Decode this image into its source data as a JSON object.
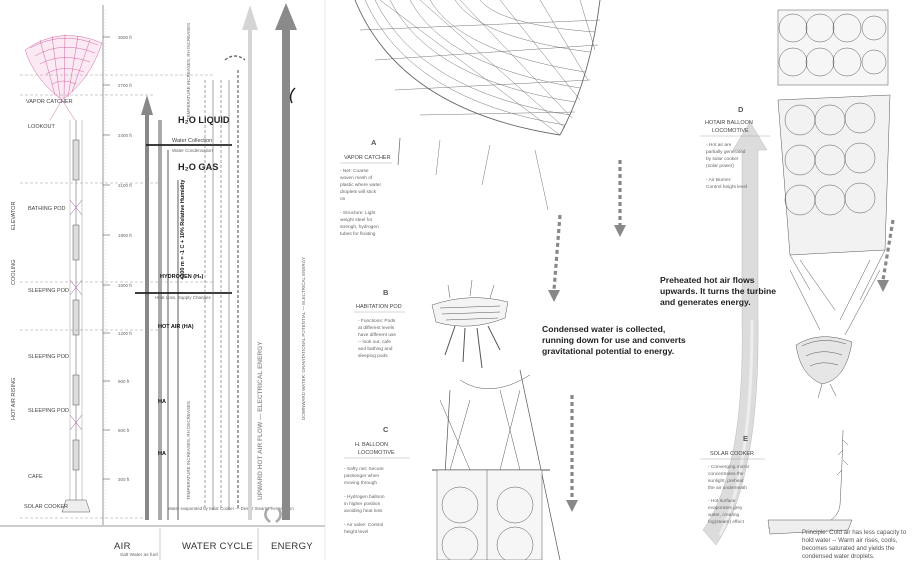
{
  "left_panel": {
    "altitude_ticks": [
      "3000 ft",
      "2700 ft",
      "2400 ft",
      "2100 ft",
      "1800 ft",
      "1500 ft",
      "1200 ft",
      "900 ft",
      "600 ft",
      "300 ft"
    ],
    "vertical_labels": {
      "vapor_catcher": "VAPOR CATCHER",
      "lookout": "LOOKOUT",
      "bathing_pod": "BATHING POD",
      "sleeping_pod": "SLEEPING POD",
      "sleeping_pod2": "SLEEPING POD",
      "sleeping_pod3": "SLEEPING POD",
      "cafe": "CAFE",
      "solar_cooker": "SOLAR COOKER",
      "elevator": "ELEVATOR",
      "cooling": "COOLING",
      "hot_air_rising": "HOT AIR RISING"
    },
    "levels": {
      "h2o_liquid": "H₂O LIQUID",
      "water_collection": "Water Collection",
      "water_condensation": "Water Condensation",
      "h2o_gas": "H₂O GAS",
      "hydrogen": "HYDROGEN (H₂)",
      "heat_loss": "Heat Loss, Supply Changes",
      "hot_air": "HOT AIR (HA)",
      "ha1": "HA",
      "ha2": "HA",
      "water_evaporated": "Water evaporated by Solar Cooker — Desert Steam Phenomenon",
      "salt_water": "Salt Water as fuel",
      "humidity": "+100 m = -1 C + 10% Relative Humidity",
      "temp_dec": "TEMPERATURE INCREASES, RH INCREASES",
      "temp_inc": "TEMPERATURE INCREASES, RH DECREASES",
      "upward_hot_air": "UPWARD HOT AIR FLOW — ELECTRICAL ENERGY",
      "downward_water": "DOWNWARD WATER: GRAVITATIONAL POTENTIAL — ELECTRICAL ENERGY"
    },
    "footer": {
      "air": "AIR",
      "water_cycle": "WATER CYCLE",
      "energy": "ENERGY"
    }
  },
  "sections": {
    "a": {
      "letter": "A",
      "title": "VAPOR CATCHER",
      "lines": [
        "- Net: Coarse",
        "woven mesh of",
        "plastic where water",
        "droplets will stick",
        "on",
        "",
        "- Structure: Light",
        "weight steel for",
        "strengh, hydrogen",
        "tubes for floating"
      ]
    },
    "b": {
      "letter": "B",
      "title": "HABITATION POD",
      "lines": [
        "- Functions: Pods",
        "at different levels",
        "have different use",
        "-- look out, cafe",
        "and bathing and",
        "sleeping pods"
      ]
    },
    "c": {
      "letter": "C",
      "title": "H. BALLOON",
      "title2": "LOCOMOTIVE",
      "lines": [
        "- Safty net: Secure",
        "passenger when",
        "moving through",
        "",
        "- Hydrogen balloon",
        "in higher position",
        "avoiding heat loss",
        "",
        "- Air valve: Control",
        "height level"
      ]
    },
    "d": {
      "letter": "D",
      "title": "HOTAIR BALLOON",
      "title2": "LOCOMOTIVE",
      "lines": [
        "- Hot air are",
        "partially generated",
        "by solar cooker",
        "(solar power)",
        "",
        "- Air Burner:",
        "Control height level"
      ]
    },
    "e": {
      "letter": "E",
      "title": "SOLAR COOKER",
      "lines": [
        "- Converging mirror",
        "concentrates the",
        "sunlight, preheat",
        "the air underneath",
        "",
        "- Hot surface",
        "evaporates grey",
        "water, creating",
        "fog(steam) effect"
      ]
    }
  },
  "callouts": {
    "hot_air": [
      "Preheated hot air flows",
      "upwards. It turns the turbine",
      "and generates energy."
    ],
    "condensed": [
      "Condensed water is collected,",
      "running down for use and converts",
      "gravitational potential to energy."
    ],
    "principle": [
      "Principle: Cold air has less capacity to",
      "hold water -- Warm air rises, cools,",
      "becomes saturated and yields the",
      "condensed water droplets."
    ]
  },
  "colors": {
    "pink_net": "#c9478f",
    "arrow_gray": "#8f8f8f",
    "dark": "#222222"
  }
}
